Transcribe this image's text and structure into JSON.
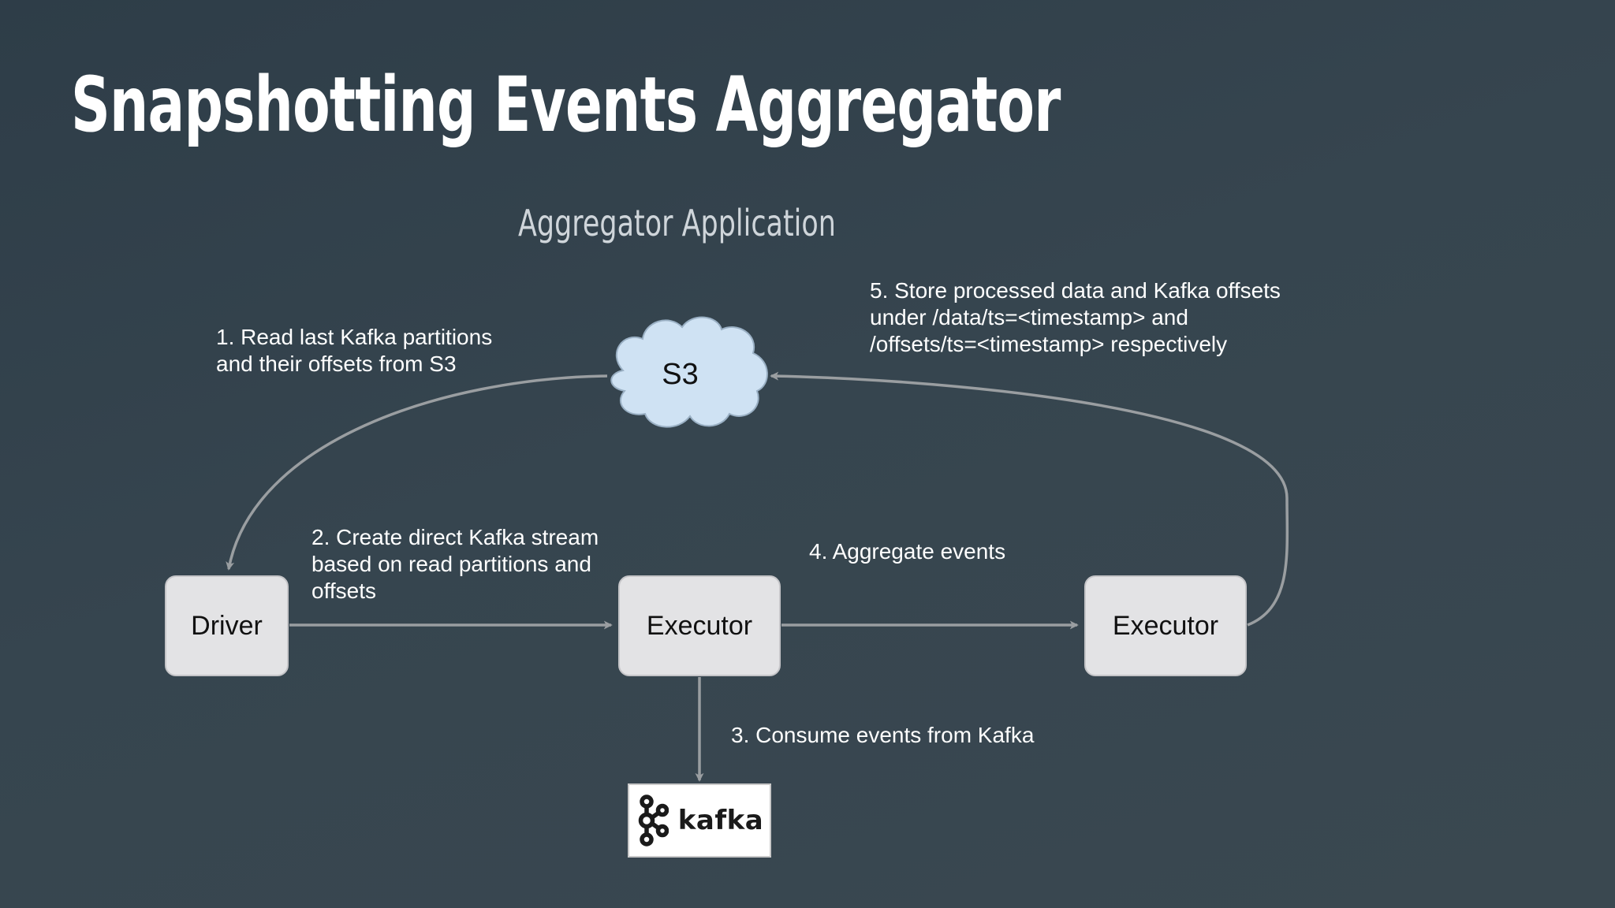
{
  "title": "Snapshotting Events Aggregator",
  "subtitle": "Aggregator Application",
  "nodes": {
    "driver": "Driver",
    "executor_1": "Executor",
    "executor_2": "Executor",
    "s3": "S3",
    "kafka": "kafka"
  },
  "steps": {
    "step1": [
      "1. Read last Kafka partitions",
      "and their offsets from S3"
    ],
    "step2": [
      "2. Create direct Kafka stream",
      "based on read partitions and",
      "offsets"
    ],
    "step3": [
      "3. Consume events from Kafka"
    ],
    "step4": [
      "4. Aggregate events"
    ],
    "step5": [
      "5. Store processed data and Kafka offsets",
      "under /data/ts=<timestamp> and",
      "/offsets/ts=<timestamp> respectively"
    ]
  },
  "icons": {
    "s3": "cloud-icon",
    "kafka": "kafka-logo-icon"
  },
  "colors": {
    "background": "#36454f",
    "node_fill": "#e3e3e5",
    "cloud_fill": "#cfe2f3",
    "arrow": "#9a9ea1"
  }
}
